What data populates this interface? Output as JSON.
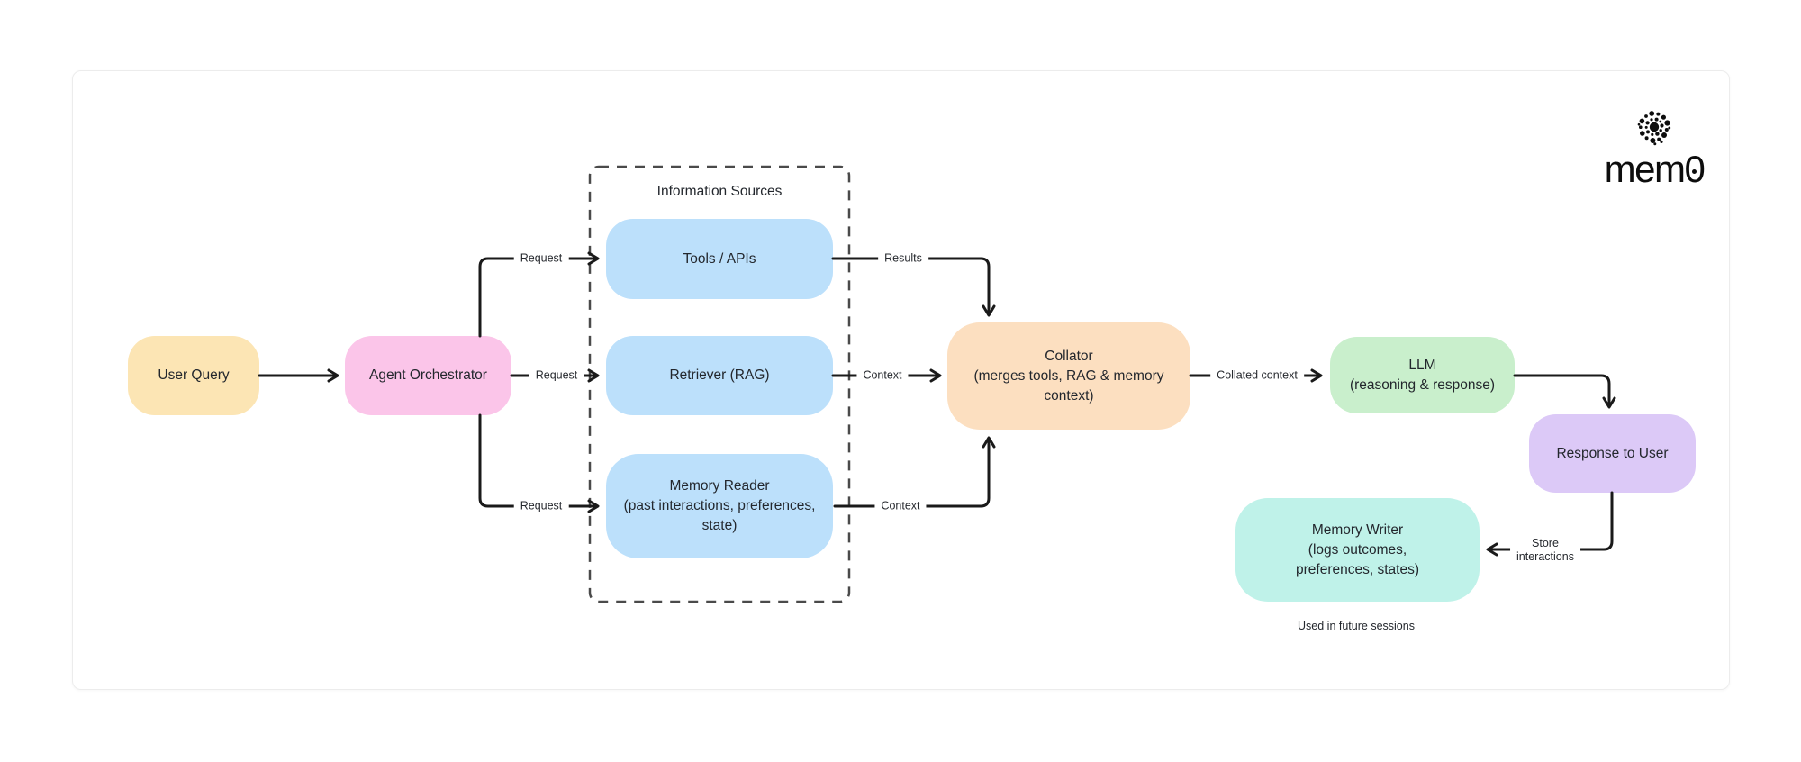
{
  "logo": {
    "icon": "mem0-dotted-sphere-icon",
    "text_mem": "mem",
    "text_zero": "0"
  },
  "diagram": {
    "group_label": "Information Sources",
    "note": "Used in future sessions",
    "nodes": {
      "user_query": {
        "label": "User Query",
        "color": "#FCE5B4"
      },
      "agent_orchestrator": {
        "label": "Agent Orchestrator",
        "color": "#FBC5E9"
      },
      "tools_apis": {
        "label": "Tools / APIs",
        "color": "#BCE0FB"
      },
      "retriever": {
        "label": "Retriever (RAG)",
        "color": "#BCE0FB"
      },
      "memory_reader": {
        "label": "Memory Reader\n(past interactions, preferences,\nstate)",
        "color": "#BCE0FB"
      },
      "collator": {
        "label": "Collator\n(merges tools, RAG & memory\ncontext)",
        "color": "#FCDFC0"
      },
      "llm": {
        "label": "LLM\n(reasoning & response)",
        "color": "#C9EFCC"
      },
      "response": {
        "label": "Response to User",
        "color": "#DCC9F7"
      },
      "memory_writer": {
        "label": "Memory Writer\n(logs outcomes,\npreferences, states)",
        "color": "#BFF2E9"
      }
    },
    "edges": {
      "request_tools": {
        "from": "agent_orchestrator",
        "to": "tools_apis",
        "label": "Request"
      },
      "request_retriever": {
        "from": "agent_orchestrator",
        "to": "retriever",
        "label": "Request"
      },
      "request_memory": {
        "from": "agent_orchestrator",
        "to": "memory_reader",
        "label": "Request"
      },
      "results": {
        "from": "tools_apis",
        "to": "collator",
        "label": "Results"
      },
      "context_rag": {
        "from": "retriever",
        "to": "collator",
        "label": "Context"
      },
      "context_memory": {
        "from": "memory_reader",
        "to": "collator",
        "label": "Context"
      },
      "collated_context": {
        "from": "collator",
        "to": "llm",
        "label": "Collated context"
      },
      "user_to_orchestrator": {
        "from": "user_query",
        "to": "agent_orchestrator",
        "label": ""
      },
      "llm_to_response": {
        "from": "llm",
        "to": "response",
        "label": ""
      },
      "store_interactions": {
        "from": "response",
        "to": "memory_writer",
        "label": "Store\ninteractions"
      }
    },
    "accent_colors": {
      "arrow": "#1a1a1a",
      "dashed_border": "#4a4a4a",
      "card_border": "#ececec"
    }
  }
}
